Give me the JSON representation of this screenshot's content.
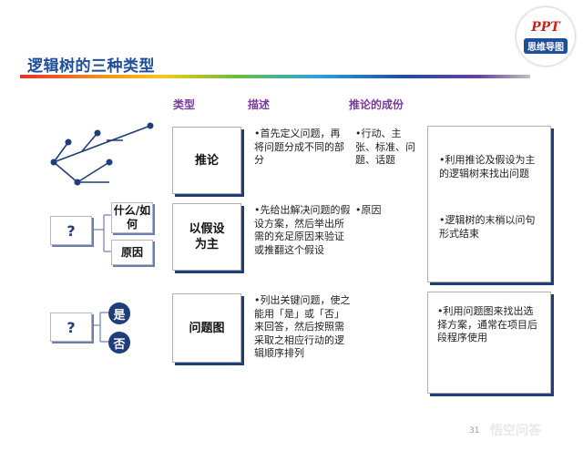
{
  "title": "逻辑树的三种类型",
  "logo": {
    "brand": "PPT",
    "subtitle": "思维导图"
  },
  "headers": {
    "type": "类型",
    "desc": "描述",
    "components": "推论的成份"
  },
  "rows": [
    {
      "type": "推论",
      "desc": "•首先定义问题，再将问题分成不同的部分",
      "components": "•行动、主张、标准、问题、话题"
    },
    {
      "type": "以假设为主",
      "desc": "•先给出解决问题的假设方案，然后举出所需的充足原因来验证或推翻这个假设",
      "components": "•原因"
    },
    {
      "type": "问题图",
      "desc": "•列出关键问题，使之能用「是」或「否」来回答，然后按照需采取之相应行动的逻辑顺序排列",
      "components": ""
    }
  ],
  "right_notes": {
    "top": [
      "•利用推论及假设为主的逻辑树来找出问题",
      "•逻辑树的末梢以问句形式结束"
    ],
    "bottom": [
      "•利用问题图来找出选择方案，通常在项目后段程序使用"
    ]
  },
  "left_diagrams": {
    "hypothesis": {
      "question": "?",
      "top": "什么/如何",
      "bottom": "原因"
    },
    "issue": {
      "question": "?",
      "yes": "是",
      "no": "否"
    }
  },
  "page_number": "31",
  "watermark": "悟空问答",
  "colors": {
    "title": "#1f4e9a",
    "header": "#7a3a9a",
    "accent": "#1f3d7a"
  }
}
